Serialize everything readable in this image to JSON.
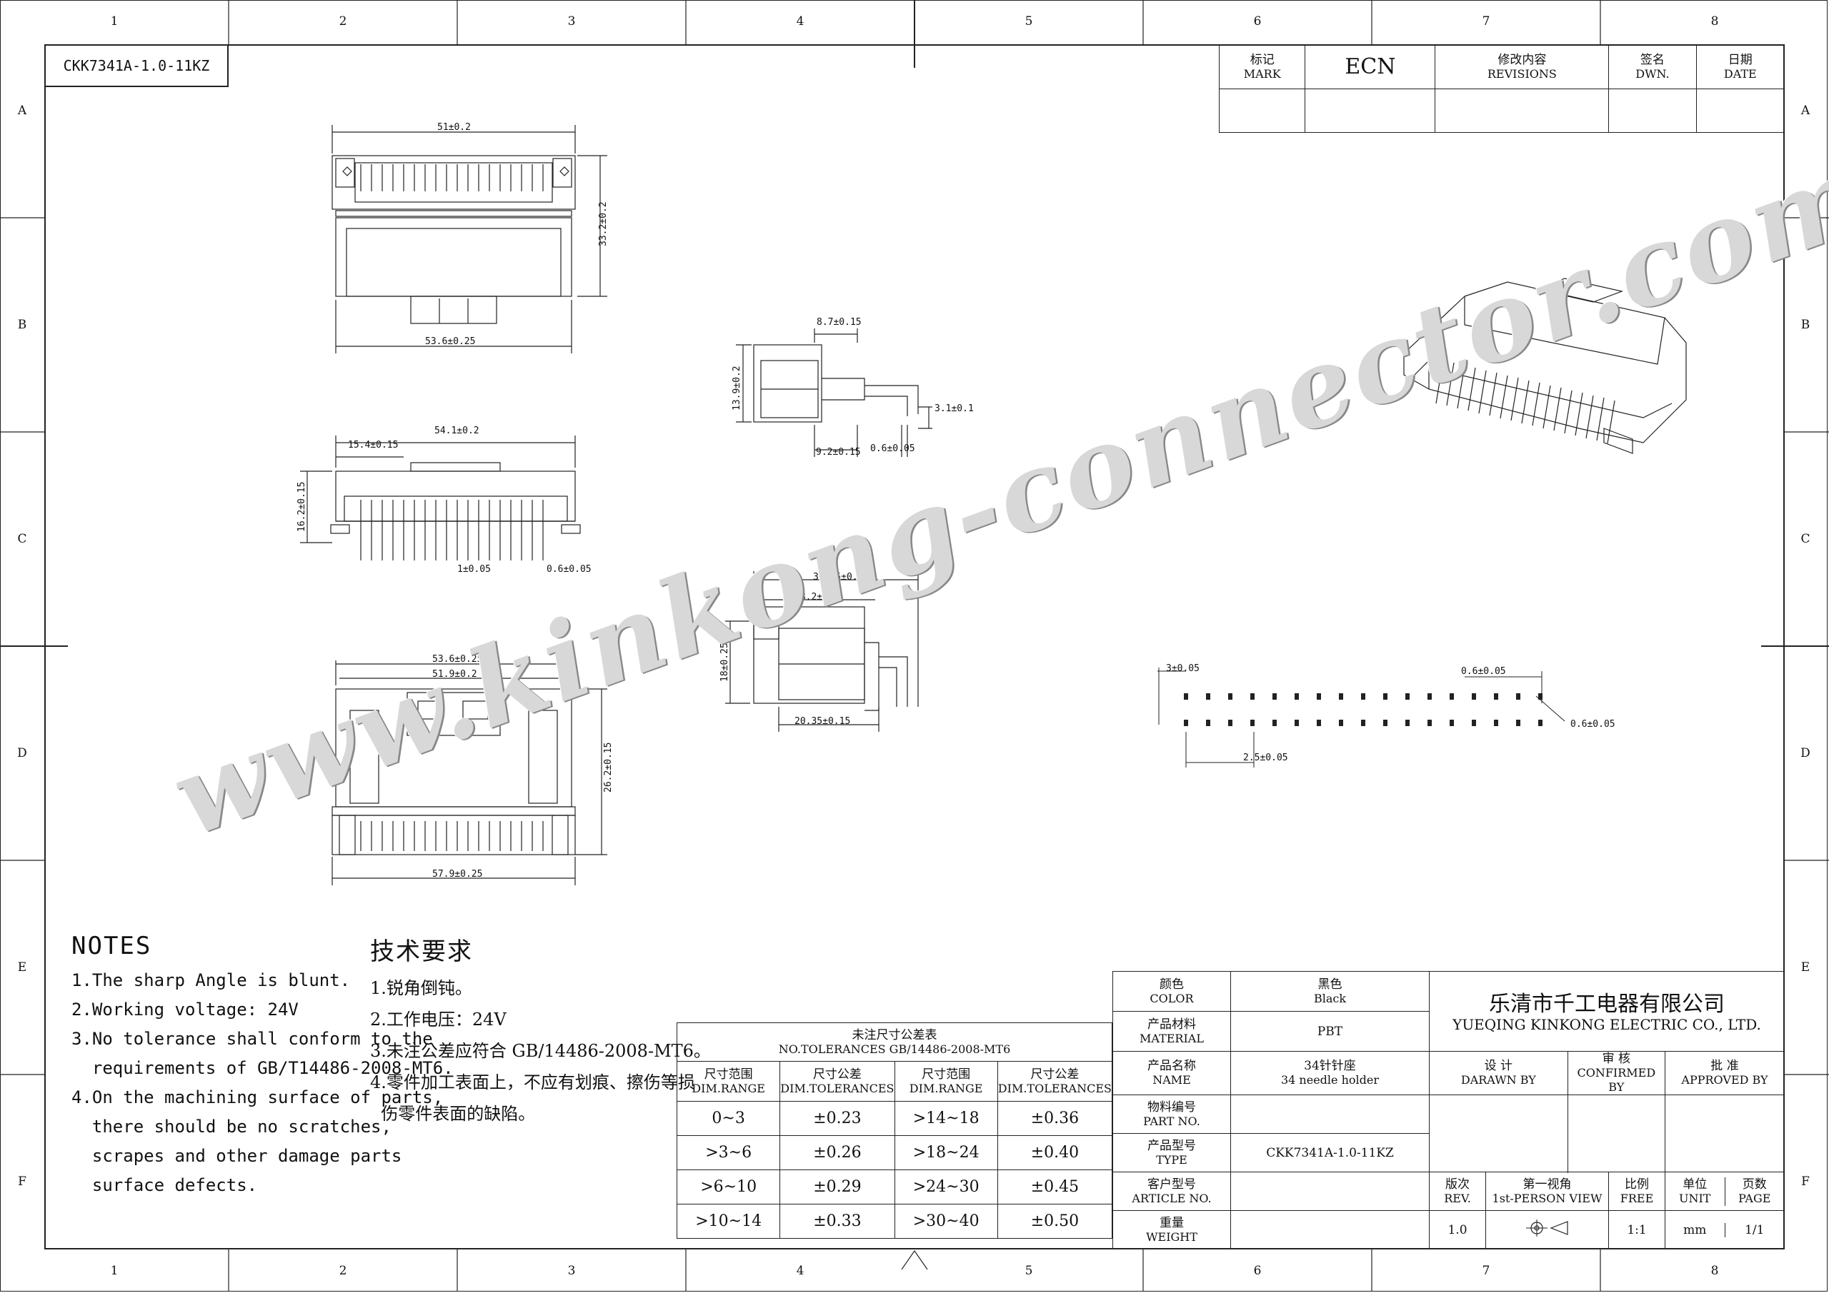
{
  "frame": {
    "columns": [
      "1",
      "2",
      "3",
      "4",
      "5",
      "6",
      "7",
      "8"
    ],
    "rows": [
      "A",
      "B",
      "C",
      "D",
      "E",
      "F"
    ]
  },
  "part_label": "CKK7341A-1.0-11KZ",
  "revision_block": {
    "mark_cn": "标记",
    "mark_en": "MARK",
    "ecn": "ECN",
    "revisions_cn": "修改内容",
    "revisions_en": "REVISIONS",
    "dwn_cn": "签名",
    "dwn_en": "DWN.",
    "date_cn": "日期",
    "date_en": "DATE"
  },
  "dimensions": {
    "top_view": {
      "width": "51±0.2",
      "height": "33.2±0.2",
      "base": "53.6±0.25"
    },
    "front_view": {
      "width": "54.1±0.2",
      "offset": "15.4±0.15",
      "height": "16.2±0.15",
      "pitch": "1±0.05",
      "pin": "0.6±0.05"
    },
    "bottom_view": {
      "w1": "53.6±0.25",
      "w2": "51.9±0.2",
      "height": "26.2±0.15",
      "base": "57.9±0.25"
    },
    "side_view_1": {
      "w": "8.7±0.15",
      "h": "13.9±0.2",
      "d1": "3.1±0.1",
      "d2": "9.2±0.15",
      "d3": "0.6±0.05"
    },
    "side_view_2": {
      "w1": "38.35±0.25",
      "w2": "28.2±0.2",
      "h": "18±0.25",
      "w3": "20.35±0.15"
    },
    "footprint": {
      "d1": "3±0.05",
      "d2": "0.6±0.05",
      "d3": "0.6±0.05",
      "d4": "2.5±0.05"
    }
  },
  "watermark": "www.kinkong-connector.com",
  "notes": {
    "title": "NOTES",
    "lines": [
      "1.The sharp Angle is blunt.",
      "2.Working voltage: 24V",
      "3.No tolerance shall conform to the",
      "  requirements of GB/T14486-2008-MT6.",
      "4.On the machining surface of parts,",
      "  there should be no scratches,",
      "  scrapes and other damage parts",
      "  surface defects."
    ]
  },
  "notes_cn": {
    "title": "技术要求",
    "lines": [
      "1.锐角倒钝。",
      "2.工作电压：24V",
      "3.未注公差应符合 GB/14486-2008-MT6。",
      "4.零件加工表面上，不应有划痕、擦伤等损",
      "  伤零件表面的缺陷。"
    ]
  },
  "tolerance_table": {
    "title_cn": "未注尺寸公差表",
    "title_en": "NO.TOLERANCES GB/14486-2008-MT6",
    "headers": [
      {
        "cn": "尺寸范围",
        "en": "DIM.RANGE"
      },
      {
        "cn": "尺寸公差",
        "en": "DIM.TOLERANCES"
      },
      {
        "cn": "尺寸范围",
        "en": "DIM.RANGE"
      },
      {
        "cn": "尺寸公差",
        "en": "DIM.TOLERANCES"
      }
    ],
    "rows": [
      [
        "0~3",
        "±0.23",
        ">14~18",
        "±0.36"
      ],
      [
        ">3~6",
        "±0.26",
        ">18~24",
        "±0.40"
      ],
      [
        ">6~10",
        "±0.29",
        ">24~30",
        "±0.45"
      ],
      [
        ">10~14",
        "±0.33",
        ">30~40",
        "±0.50"
      ]
    ]
  },
  "title_block": {
    "fields": [
      {
        "cn": "颜色",
        "en": "COLOR",
        "value_cn": "黑色",
        "value_en": "Black"
      },
      {
        "cn": "产品材料",
        "en": "MATERIAL",
        "value_cn": "",
        "value_en": "PBT"
      },
      {
        "cn": "产品名称",
        "en": "NAME",
        "value_cn": "34针针座",
        "value_en": "34 needle holder"
      },
      {
        "cn": "物料编号",
        "en": "PART NO.",
        "value_cn": "",
        "value_en": ""
      },
      {
        "cn": "产品型号",
        "en": "TYPE",
        "value_cn": "",
        "value_en": "CKK7341A-1.0-11KZ"
      },
      {
        "cn": "客户型号",
        "en": "ARTICLE NO.",
        "value_cn": "",
        "value_en": ""
      },
      {
        "cn": "重量",
        "en": "WEIGHT",
        "value_cn": "",
        "value_en": ""
      }
    ],
    "company_cn": "乐清市千工电器有限公司",
    "company_en": "YUEQING KINKONG ELECTRIC CO., LTD.",
    "design_cn": "设 计",
    "design_en": "DARAWN BY",
    "confirm_cn": "审 核",
    "confirm_en": "CONFIRMED BY",
    "approve_cn": "批 准",
    "approve_en": "APPROVED BY",
    "rev_cn": "版次",
    "rev_en": "REV.",
    "rev_val": "1.0",
    "view_cn": "第一视角",
    "view_en": "1st-PERSON VIEW",
    "scale_cn": "比例",
    "scale_en": "FREE",
    "scale_val": "1:1",
    "unit_cn": "单位",
    "unit_en": "UNIT",
    "unit_val": "mm",
    "page_cn": "页数",
    "page_en": "PAGE",
    "page_val": "1/1"
  }
}
